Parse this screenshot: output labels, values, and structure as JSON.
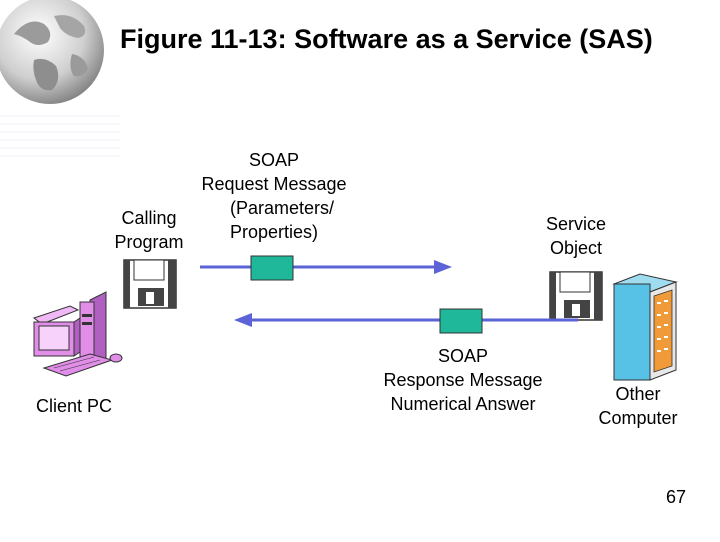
{
  "slide": {
    "title": "Figure 11-13: Software as a Service (SAS)",
    "page_number": "67"
  },
  "labels": {
    "calling_program": [
      "Calling",
      "Program"
    ],
    "soap_request": [
      "SOAP",
      "Request Message",
      "(Parameters/",
      "Properties)"
    ],
    "service_object": [
      "Service",
      "Object"
    ],
    "soap_response": [
      "SOAP",
      "Response Message",
      "Numerical Answer"
    ],
    "client_pc": "Client PC",
    "other_computer": [
      "Other",
      "Computer"
    ]
  },
  "colors": {
    "arrow": "#5b63d6",
    "message_box": "#1fb89a",
    "pc_body": "#e08ee8",
    "server_body": "#57c2e6",
    "server_panel": "#f09a3a"
  },
  "icons": [
    "globe-icon",
    "floppy-disk-icon",
    "client-pc-icon",
    "server-computer-icon",
    "envelope-icon"
  ]
}
